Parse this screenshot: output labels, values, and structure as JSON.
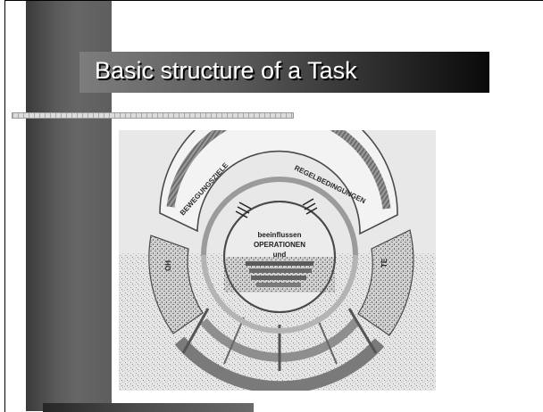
{
  "slide": {
    "title": "Basic structure of a Task"
  },
  "figure": {
    "icon": "task-structure-ring-diagram",
    "ring_labels": [
      "BEWEGUNGSZIELE",
      "REGELBEDINGUNGEN",
      "HO",
      "TE"
    ],
    "center_lines": [
      "beeinflussen",
      "OPERATIONEN",
      "und"
    ]
  },
  "colors": {
    "background": "#ffffff",
    "left_bar": "#5a5a5a",
    "title_band_start": "#7d7d7d",
    "title_band_end": "#0a0a0a",
    "title_text": "#ffffff",
    "photo_background": "#e4e4e4",
    "ring_band": "#8a8a8a"
  }
}
